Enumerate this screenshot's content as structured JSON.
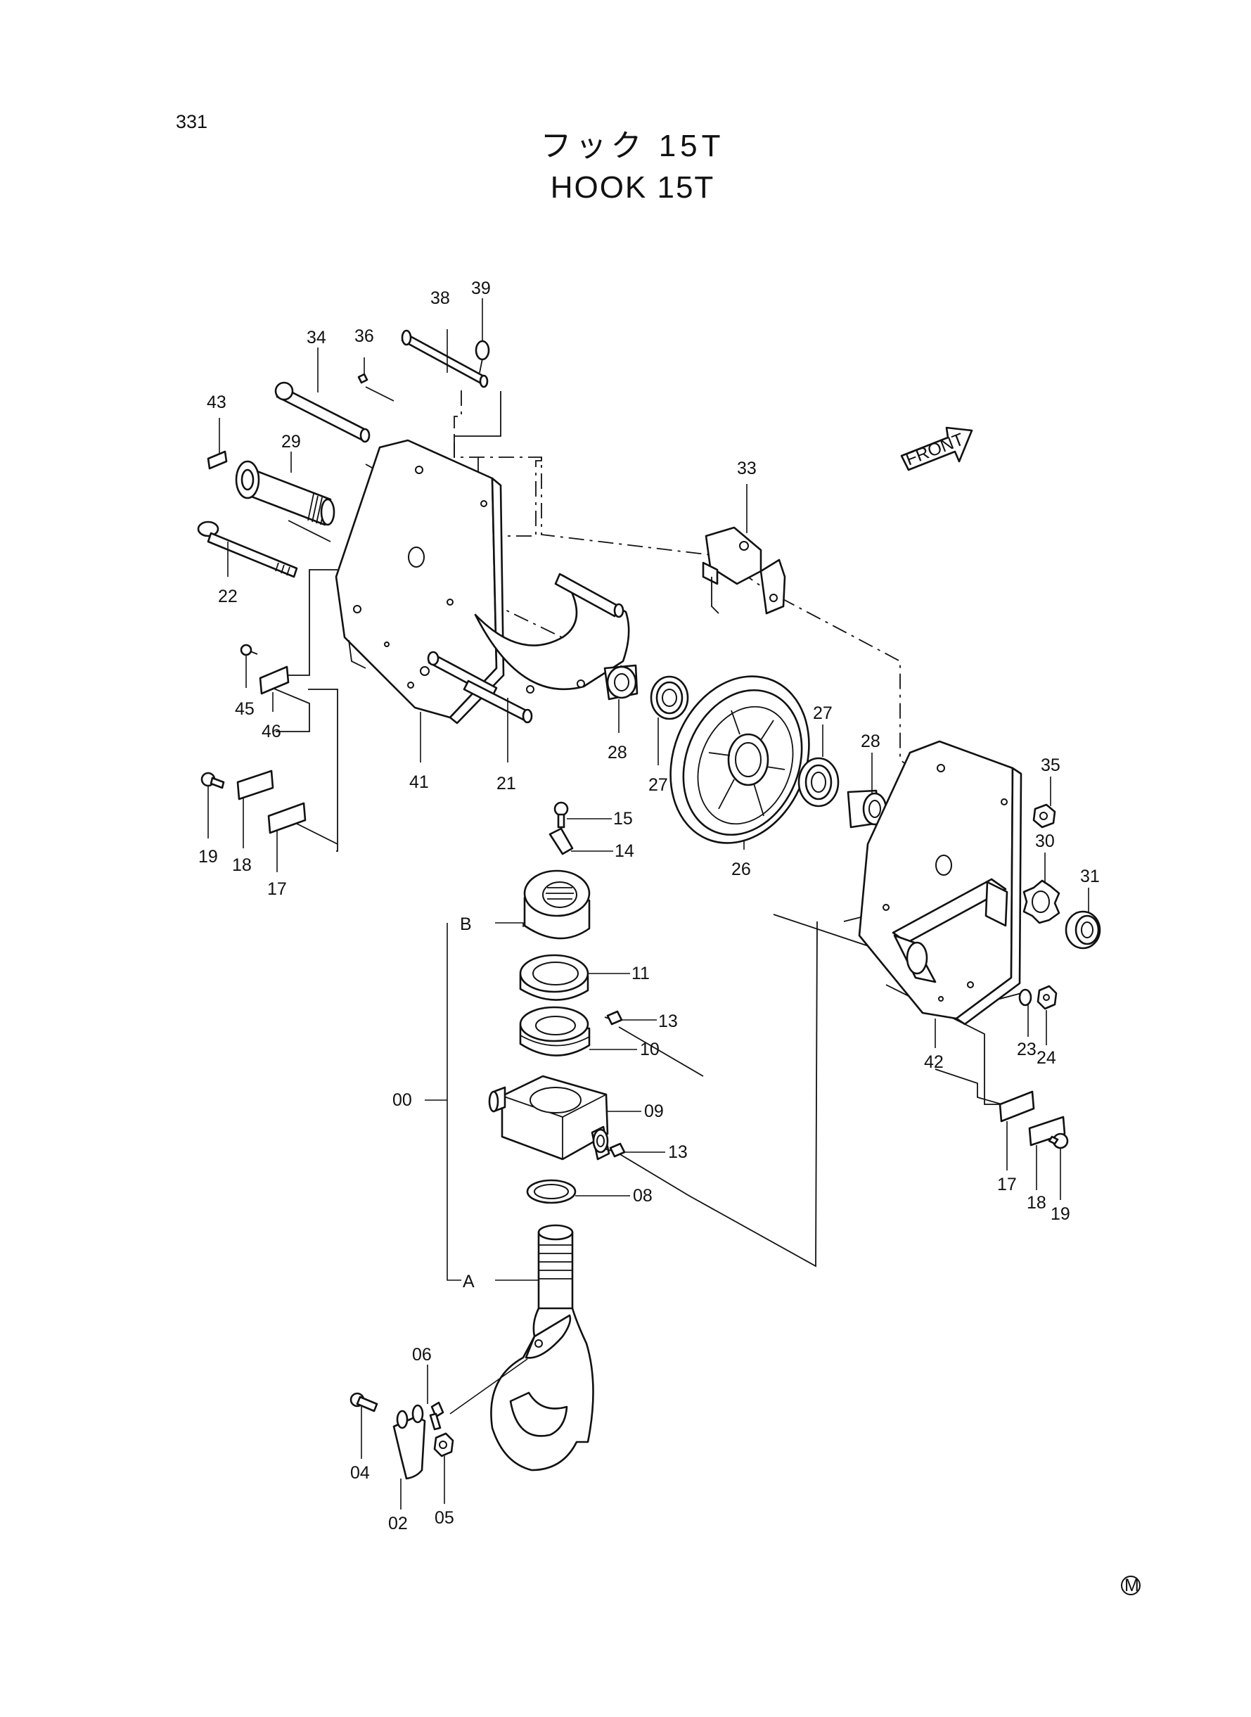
{
  "page_number": "331",
  "title_jp": "フック 15T",
  "title_en": "HOOK 15T",
  "front_label": "FRONT",
  "corner_mark": "M",
  "parts": [
    {
      "id": "p38",
      "text": "38"
    },
    {
      "id": "p39",
      "text": "39"
    },
    {
      "id": "p34",
      "text": "34"
    },
    {
      "id": "p36",
      "text": "36"
    },
    {
      "id": "p43",
      "text": "43"
    },
    {
      "id": "p29",
      "text": "29"
    },
    {
      "id": "p33",
      "text": "33"
    },
    {
      "id": "p22",
      "text": "22"
    },
    {
      "id": "p45",
      "text": "45"
    },
    {
      "id": "p46",
      "text": "46"
    },
    {
      "id": "p41",
      "text": "41"
    },
    {
      "id": "p21",
      "text": "21"
    },
    {
      "id": "p28a",
      "text": "28"
    },
    {
      "id": "p27a",
      "text": "27"
    },
    {
      "id": "p27b",
      "text": "27"
    },
    {
      "id": "p28b",
      "text": "28"
    },
    {
      "id": "p26",
      "text": "26"
    },
    {
      "id": "p35",
      "text": "35"
    },
    {
      "id": "p30",
      "text": "30"
    },
    {
      "id": "p31",
      "text": "31"
    },
    {
      "id": "p19a",
      "text": "19"
    },
    {
      "id": "p18a",
      "text": "18"
    },
    {
      "id": "p17a",
      "text": "17"
    },
    {
      "id": "p15",
      "text": "15"
    },
    {
      "id": "p14",
      "text": "14"
    },
    {
      "id": "pB",
      "text": "B"
    },
    {
      "id": "p11",
      "text": "11"
    },
    {
      "id": "p13a",
      "text": "13"
    },
    {
      "id": "p10",
      "text": "10"
    },
    {
      "id": "p00",
      "text": "00"
    },
    {
      "id": "p09",
      "text": "09"
    },
    {
      "id": "p13b",
      "text": "13"
    },
    {
      "id": "p08",
      "text": "08"
    },
    {
      "id": "pA",
      "text": "A"
    },
    {
      "id": "p42",
      "text": "42"
    },
    {
      "id": "p23",
      "text": "23"
    },
    {
      "id": "p24",
      "text": "24"
    },
    {
      "id": "p17b",
      "text": "17"
    },
    {
      "id": "p18b",
      "text": "18"
    },
    {
      "id": "p19b",
      "text": "19"
    },
    {
      "id": "p06",
      "text": "06"
    },
    {
      "id": "p04",
      "text": "04"
    },
    {
      "id": "p02",
      "text": "02"
    },
    {
      "id": "p05",
      "text": "05"
    }
  ]
}
